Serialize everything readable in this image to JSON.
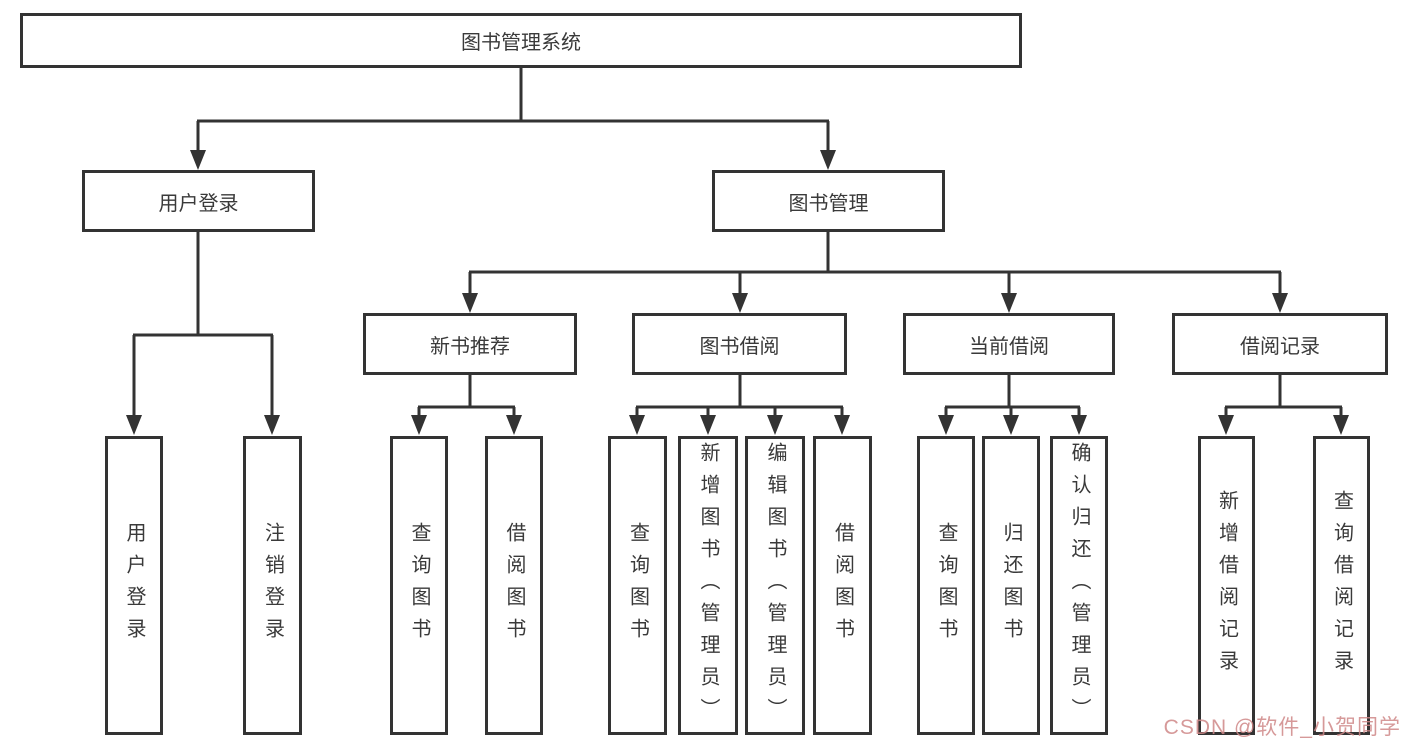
{
  "tree": {
    "label": "图书管理系统",
    "children": [
      {
        "label": "用户登录",
        "children": [
          {
            "label": "用户登录"
          },
          {
            "label": "注销登录"
          }
        ]
      },
      {
        "label": "图书管理",
        "children": [
          {
            "label": "新书推荐",
            "children": [
              {
                "label": "查询图书"
              },
              {
                "label": "借阅图书"
              }
            ]
          },
          {
            "label": "图书借阅",
            "children": [
              {
                "label": "查询图书"
              },
              {
                "label": "新增图书（管理员）"
              },
              {
                "label": "编辑图书（管理员）"
              },
              {
                "label": "借阅图书"
              }
            ]
          },
          {
            "label": "当前借阅",
            "children": [
              {
                "label": "查询图书"
              },
              {
                "label": "归还图书"
              },
              {
                "label": "确认归还（管理员）"
              }
            ]
          },
          {
            "label": "借阅记录",
            "children": [
              {
                "label": "新增借阅记录"
              },
              {
                "label": "查询借阅记录"
              }
            ]
          }
        ]
      }
    ]
  },
  "watermark": {
    "text": "CSDN @软件_小贺同学"
  },
  "colors": {
    "line": "#333333",
    "text": "#3a3a3a",
    "background": "#ffffff",
    "watermark": "#cf8888"
  }
}
